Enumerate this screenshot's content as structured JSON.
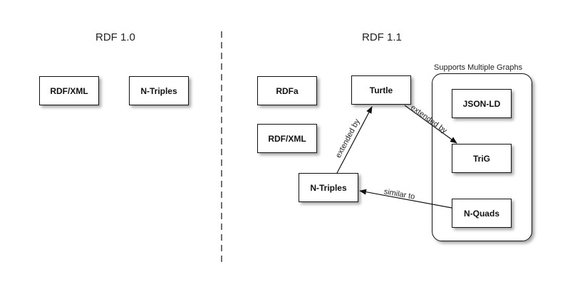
{
  "sections": {
    "left_title": "RDF 1.0",
    "right_title": "RDF 1.1"
  },
  "rdf10_nodes": {
    "rdfxml": "RDF/XML",
    "ntriples": "N-Triples"
  },
  "rdf11_nodes": {
    "rdfa": "RDFa",
    "turtle": "Turtle",
    "rdfxml": "RDF/XML",
    "ntriples": "N-Triples"
  },
  "group": {
    "label": "Supports Multiple Graphs",
    "nodes": {
      "jsonld": "JSON-LD",
      "trig": "TriG",
      "nquads": "N-Quads"
    }
  },
  "edges": {
    "ntriples_to_turtle": "extended by",
    "turtle_to_trig": "extended by",
    "nquads_to_ntriples": "similar to"
  },
  "colors": {
    "stroke": "#111111",
    "shadow": "rgba(0,0,0,0.35)",
    "background": "#ffffff"
  }
}
